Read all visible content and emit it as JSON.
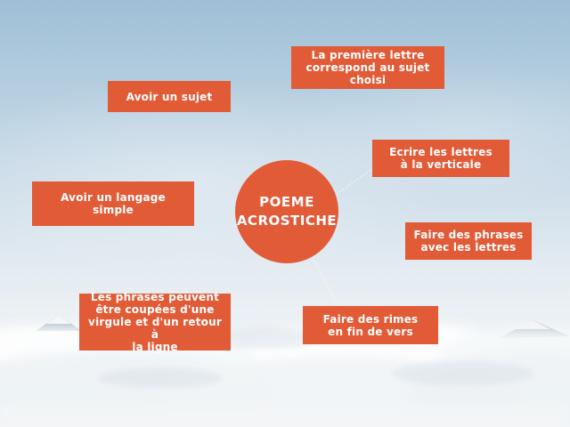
{
  "center": {
    "label": "POEME\nACROSTICHE"
  },
  "nodes": [
    {
      "id": "premiere-lettre",
      "label": "La première lettre\ncorrespond  au sujet\nchoisi"
    },
    {
      "id": "sujet",
      "label": "Avoir un sujet"
    },
    {
      "id": "verticale",
      "label": "Ecrire les lettres\nà la verticale"
    },
    {
      "id": "langage",
      "label": "Avoir un langage\nsimple"
    },
    {
      "id": "phrases-lettres",
      "label": "Faire des phrases\navec les lettres"
    },
    {
      "id": "phrases-coupees",
      "label": "Les phrases peuvent\nêtre coupées d'une\nvirgule et d'un retour à\nla ligne"
    },
    {
      "id": "rimes",
      "label": "Faire des rimes\nen fin de vers"
    }
  ],
  "colors": {
    "accent": "#e15b37",
    "text": "#ffffff"
  }
}
